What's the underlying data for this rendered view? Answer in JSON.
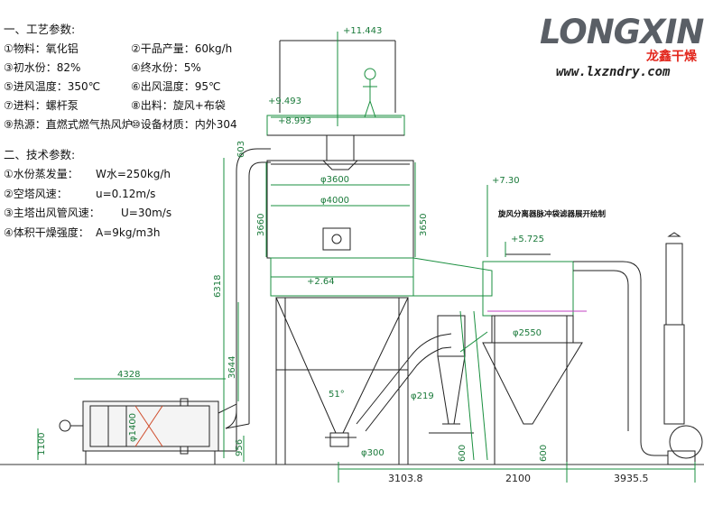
{
  "process_params": {
    "heading": "一、工艺参数:",
    "rows": [
      {
        "left": "①物料：氧化铝",
        "right": "②干品产量：60kg/h"
      },
      {
        "left": "③初水份：82%",
        "right": "④终水份：5%"
      },
      {
        "left": "⑤进风温度：350℃",
        "right": "⑥出风温度：95℃"
      },
      {
        "left": "⑦进料：螺杆泵",
        "right": "⑧出料：旋风+布袋"
      },
      {
        "left": "⑨热源：直燃式燃气热风炉",
        "right": "⑩设备材质：内外304"
      }
    ]
  },
  "tech_params": {
    "heading": "二、技术参数:",
    "rows": [
      {
        "key": "①水份蒸发量：",
        "value": "W水=250kg/h"
      },
      {
        "key": "②空塔风速：",
        "value": "u=0.12m/s"
      },
      {
        "key": "③主塔出风管风速：",
        "value": "U=30m/s"
      },
      {
        "key": "④体积干燥强度：",
        "value": "A=9kg/m3h"
      }
    ]
  },
  "logo": {
    "word": "LONGXIN",
    "cn": "龙鑫干燥",
    "url": "www.lxzndry.com"
  },
  "drawing": {
    "elev_top": "+11.443",
    "elev_platform": "+9.493",
    "elev_platform2": "+8.993",
    "elev_cyclone_top": "+7.30",
    "elev_cyclone_mid": "+5.725",
    "elev_floor": "+2.64",
    "d_tower_inner": "φ3600",
    "d_tower_outer": "φ4000",
    "h_tower": "3660",
    "h_tower_right": "3650",
    "h_total": "6318",
    "h_cone": "3644",
    "h_duct_bend": "603",
    "h_base": "956",
    "h_heater": "1100",
    "d_heater": "φ1400",
    "w_heater": "4328",
    "angle_cone": "51°",
    "d_outlet": "φ300",
    "d_pipe": "φ219",
    "d_bag": "φ2550",
    "d_600a": "600",
    "d_600b": "600",
    "span1": "3103.8",
    "span2": "2100",
    "span3": "3935.5",
    "note_bag": "旋风分离器脉冲袋滤器展开绘制"
  }
}
